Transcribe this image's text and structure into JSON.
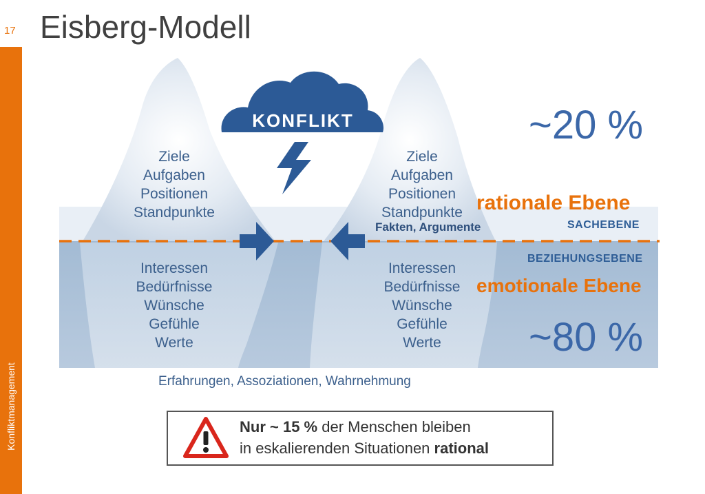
{
  "slide": {
    "page_number": "17",
    "title": "Eisberg-Modell",
    "side_label": "Konfliktmanagement"
  },
  "diagram": {
    "cloud_label": "KONFLIKT",
    "upper_left_items": [
      "Ziele",
      "Aufgaben",
      "Positionen",
      "Standpunkte"
    ],
    "upper_right_items": [
      "Ziele",
      "Aufgaben",
      "Positionen",
      "Standpunkte"
    ],
    "lower_left_items": [
      "Interessen",
      "Bedürfnisse",
      "Wünsche",
      "Gefühle",
      "Werte"
    ],
    "lower_right_items": [
      "Interessen",
      "Bedürfnisse",
      "Wünsche",
      "Gefühle",
      "Werte"
    ],
    "percent_top": "~20 %",
    "percent_bottom": "~80 %",
    "rational_label": "rationale Ebene",
    "sachebene_label": "SACHEBENE",
    "fakten_label": "Fakten, Argumente",
    "beziehungsebene_label": "BEZIEHUNGSEBENE",
    "emotional_label": "emotionale Ebene",
    "bottom_caption": "Erfahrungen,  Assoziationen, Wahrnehmung"
  },
  "warning": {
    "line1_bold": "Nur  ~ 15 %",
    "line1_rest": " der Menschen bleiben",
    "line2_rest": "in eskalierenden Situationen ",
    "line2_bold": "rational"
  },
  "colors": {
    "accent": "#e8720c",
    "blue_dark": "#2e5d96",
    "water": "#a9bfd6"
  }
}
